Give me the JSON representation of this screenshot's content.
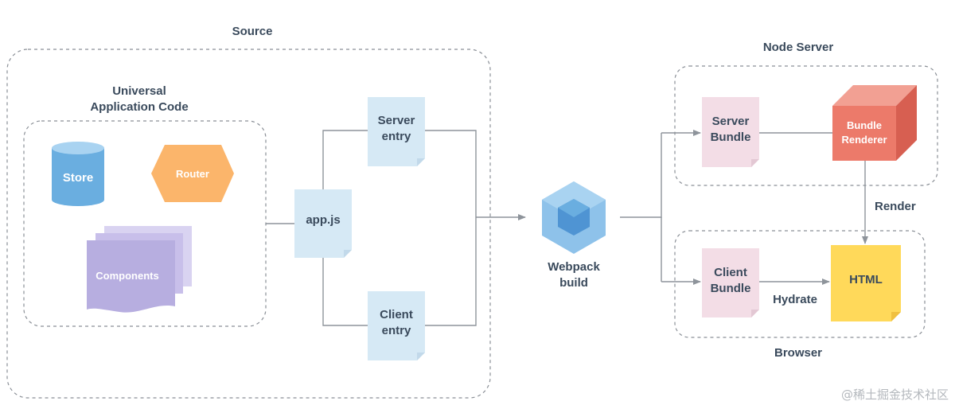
{
  "source": {
    "title": "Source"
  },
  "universal": {
    "title_line1": "Universal",
    "title_line2": "Application Code"
  },
  "store": {
    "label": "Store",
    "color": "#6aaee0"
  },
  "router": {
    "label": "Router",
    "color": "#fbb56b"
  },
  "components": {
    "label": "Components",
    "color": "#b7aee0"
  },
  "appjs": {
    "label": "app.js",
    "color": "#d6e9f5"
  },
  "server_entry": {
    "line1": "Server",
    "line2": "entry"
  },
  "client_entry": {
    "line1": "Client",
    "line2": "entry"
  },
  "webpack": {
    "line1": "Webpack",
    "line2": "build"
  },
  "node_server": {
    "title": "Node Server"
  },
  "server_bundle": {
    "line1": "Server",
    "line2": "Bundle",
    "color": "#f3dde6"
  },
  "bundle_renderer": {
    "line1": "Bundle",
    "line2": "Renderer",
    "color": "#ec7a6a"
  },
  "render": {
    "label": "Render"
  },
  "browser": {
    "title": "Browser"
  },
  "client_bundle": {
    "line1": "Client",
    "line2": "Bundle"
  },
  "hydrate": {
    "label": "Hydrate"
  },
  "html_node": {
    "label": "HTML",
    "color": "#ffd95a"
  },
  "watermark": {
    "text": "@稀土掘金技术社区"
  }
}
